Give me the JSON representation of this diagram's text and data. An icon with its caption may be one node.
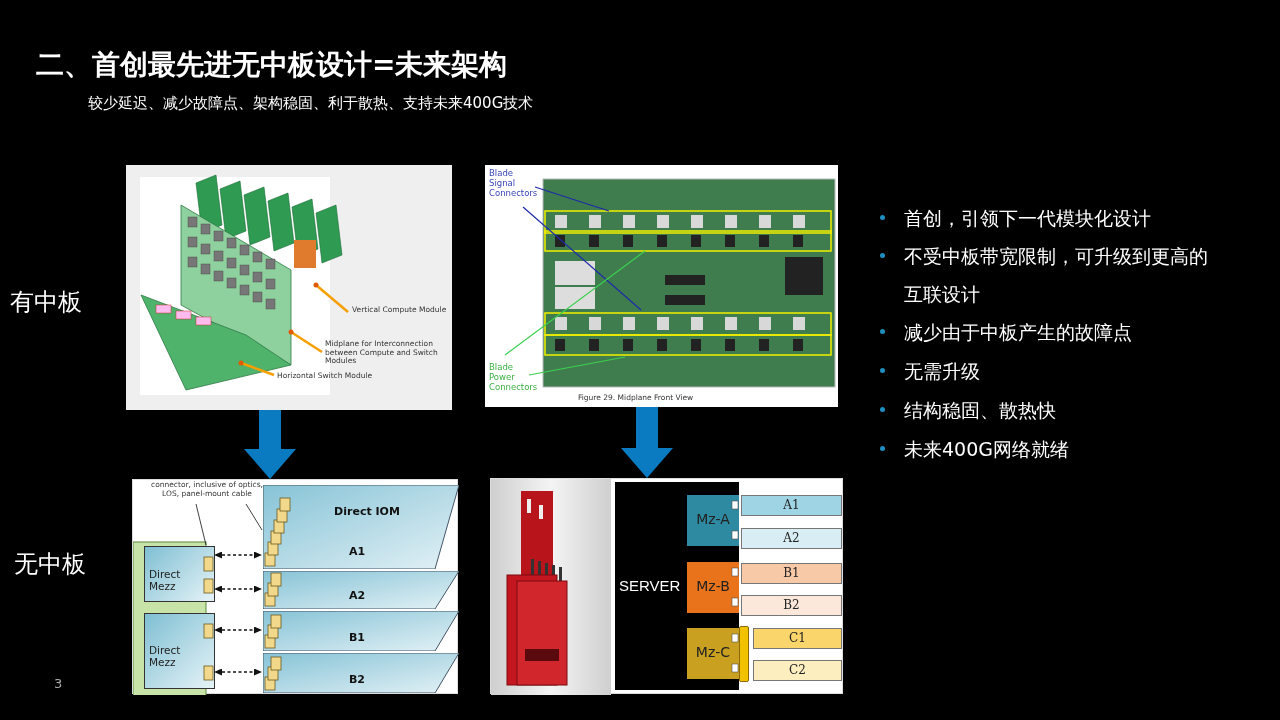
{
  "diagram": {
    "title": "二、首创最先进无中板设计=未来架构",
    "nodes": [
      {
        "text": [
          "Vertical Compute Module",
          "Midplane for Interconnection between Compute and Switch Modules",
          "Horizontal Switch Module"
        ]
      },
      {
        "text": [
          "Blade Signal Connectors",
          "Blade Power Connectors",
          "Figure 29. Midplane Front View"
        ]
      },
      {
        "text": [],
        "shape": "box"
      },
      {
        "text": [
          "Direct Mezz"
        ],
        "in": 2
      },
      {
        "text": [
          "Direct Mezz"
        ],
        "in": 2
      },
      {
        "text": [
          "Direct IOM",
          "A1"
        ],
        "in": 2
      },
      {
        "text": [
          "A2"
        ],
        "in": 2
      },
      {
        "text": [
          "B1"
        ],
        "in": 2
      },
      {
        "text": [
          "B2"
        ],
        "in": 2
      },
      {
        "text": [],
        "shape": "box"
      },
      {
        "text": [],
        "shape": "picture",
        "in": 9
      },
      {
        "text": [
          "SERVER"
        ],
        "in": 9
      },
      {
        "text": [
          "Mz-A"
        ],
        "in": 11
      },
      {
        "text": [
          "Mz-B"
        ],
        "in": 11
      },
      {
        "text": [
          "Mz-C"
        ],
        "in": 11
      },
      {
        "text": [
          "A1"
        ],
        "in": 9
      },
      {
        "text": [
          "A2"
        ],
        "in": 9
      },
      {
        "text": [
          "B1"
        ],
        "in": 9
      },
      {
        "text": [
          "B2"
        ],
        "in": 9
      },
      {
        "text": [
          "C1"
        ],
        "in": 9
      },
      {
        "text": [
          "C2"
        ],
        "in": 9
      },
      {
        "text": [
          "connector, inclusive of optics, LOS, panel-mount cable"
        ],
        "in": 2
      }
    ],
    "edges": [
      {
        "from": 0,
        "to": 2,
        "arrow": "to",
        "style": "thick",
        "color": "#0a7bc0"
      },
      {
        "from": 1,
        "to": 9,
        "arrow": "to",
        "style": "thick",
        "color": "#0a7bc0"
      },
      {
        "from": 3,
        "to": 5,
        "arrow": "both",
        "style": "dashed"
      },
      {
        "from": 3,
        "to": 6,
        "arrow": "both",
        "style": "dashed"
      },
      {
        "from": 4,
        "to": 7,
        "arrow": "both",
        "style": "dashed"
      },
      {
        "from": 4,
        "to": 8,
        "arrow": "both",
        "style": "dashed"
      },
      {
        "from": 21,
        "to": 3,
        "arrow": "none"
      },
      {
        "from": 21,
        "to": 5,
        "arrow": "none"
      }
    ],
    "labels": [
      "较少延迟、减少故障点、架构稳固、利于散热、支持未来400G技术",
      "有中板",
      "无中板",
      "首创，引领下一代模块化设计",
      "不受中板带宽限制，可升级到更高的互联设计",
      "减少由于中板产生的故障点",
      "无需升级",
      "结构稳固、散热快",
      "未来400G网络就绪",
      "3"
    ]
  }
}
